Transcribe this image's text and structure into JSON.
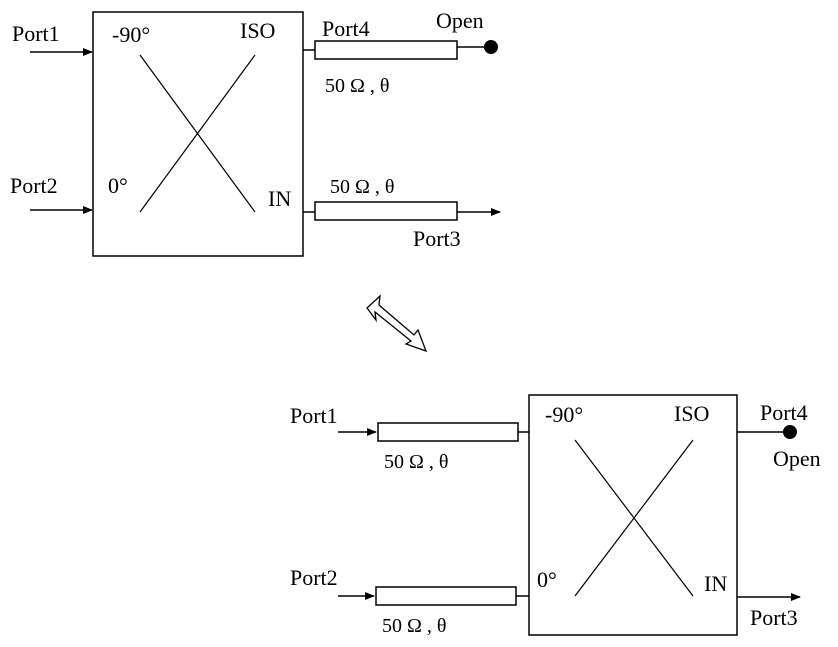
{
  "diagram": {
    "top": {
      "port1": "Port1",
      "port2": "Port2",
      "port3": "Port3",
      "port4": "Port4",
      "open": "Open",
      "minus90": "-90°",
      "zero": "0°",
      "iso": "ISO",
      "in": "IN",
      "line1_label": "50 Ω ,  θ",
      "line2_label": "50 Ω ,  θ"
    },
    "bottom": {
      "port1": "Port1",
      "port2": "Port2",
      "port3": "Port3",
      "port4": "Port4",
      "open": "Open",
      "minus90": "-90°",
      "zero": "0°",
      "iso": "ISO",
      "in": "IN",
      "line1_label": "50 Ω ,  θ",
      "line2_label": "50 Ω ,  θ"
    }
  },
  "colors": {
    "stroke": "#000000",
    "background": "#ffffff"
  }
}
